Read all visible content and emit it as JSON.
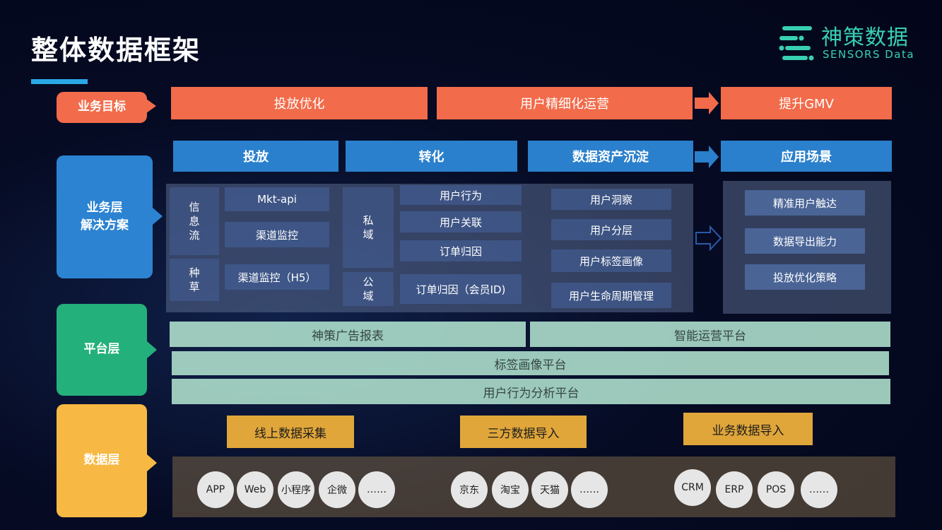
{
  "title": "整体数据框架",
  "logo": {
    "cn": "神策数据",
    "en": "SENSORS Data"
  },
  "tabs": {
    "goal": "业务目标",
    "solution": "业务层\n解决方案",
    "platform": "平台层",
    "data": "数据层"
  },
  "goals": [
    "投放优化",
    "用户精细化运营",
    "提升GMV"
  ],
  "stages": [
    "投放",
    "转化",
    "数据资产沉淀",
    "应用场景"
  ],
  "launch": {
    "info_flow": "信\n息\n流",
    "seeding": "种\n草",
    "items": [
      "Mkt-api",
      "渠道监控",
      "渠道监控（H5）"
    ]
  },
  "convert": {
    "private": "私\n域",
    "public": "公\n域",
    "items": [
      "用户行为",
      "用户关联",
      "订单归因",
      "订单归因（会员ID)"
    ]
  },
  "assets": [
    "用户洞察",
    "用户分层",
    "用户标签画像",
    "用户生命周期管理"
  ],
  "scenarios": [
    "精准用户触达",
    "数据导出能力",
    "投放优化策略"
  ],
  "platform": [
    "神策广告报表",
    "智能运营平台",
    "标签画像平台",
    "用户行为分析平台"
  ],
  "data_sources": [
    "线上数据采集",
    "三方数据导入",
    "业务数据导入"
  ],
  "circles": {
    "online": [
      "APP",
      "Web",
      "小程序",
      "企微",
      "……"
    ],
    "third": [
      "京东",
      "淘宝",
      "天猫",
      "……"
    ],
    "business": [
      "CRM",
      "ERP",
      "POS",
      "……"
    ]
  }
}
